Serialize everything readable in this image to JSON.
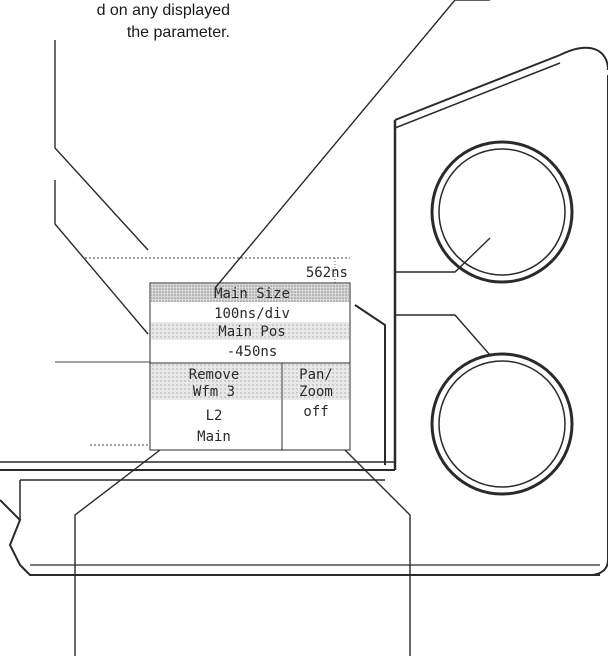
{
  "caption": {
    "line1": "d on any displayed",
    "line2": "the parameter."
  },
  "screen": {
    "readout": "562ns"
  },
  "menu": {
    "main_size_label": "Main Size",
    "main_size_value": "100ns/div",
    "main_pos_label": "Main Pos",
    "main_pos_value": "-450ns",
    "remove_line1": "Remove",
    "remove_line2": "Wfm 3",
    "remove_line3": "L2",
    "remove_line4": "Main",
    "pan_line1": "Pan/",
    "pan_line2": "Zoom",
    "pan_line3": "off"
  },
  "colors": {
    "ink": "#2a2a2a",
    "highlight": "#bdbdbd",
    "shade": "#d6d6d6"
  }
}
